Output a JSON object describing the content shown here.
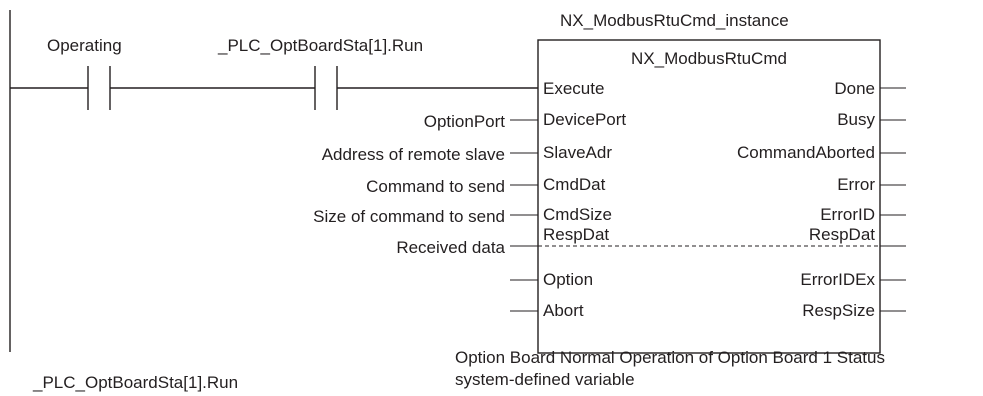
{
  "instance_name": "NX_ModbusRtuCmd_instance",
  "block": {
    "name": "NX_ModbusRtuCmd",
    "inputs": [
      "Execute",
      "DevicePort",
      "SlaveAdr",
      "CmdDat",
      "CmdSize",
      "RespDat",
      "Option",
      "Abort"
    ],
    "outputs": [
      "Done",
      "Busy",
      "CommandAborted",
      "Error",
      "ErrorID",
      "RespDat",
      "ErrorIDEx",
      "RespSize"
    ]
  },
  "contacts": {
    "first": "Operating",
    "second": "_PLC_OptBoardSta[1].Run"
  },
  "input_labels": {
    "device_port": "OptionPort",
    "slave_adr": "Address of remote slave",
    "cmd_dat": "Command to send",
    "cmd_size": "Size of command to send",
    "resp_dat": "Received data"
  },
  "footer": {
    "variable": "_PLC_OptBoardSta[1].Run",
    "description_line1": "Option Board Normal Operation of Option Board 1 Status",
    "description_line2": "system-defined variable"
  }
}
